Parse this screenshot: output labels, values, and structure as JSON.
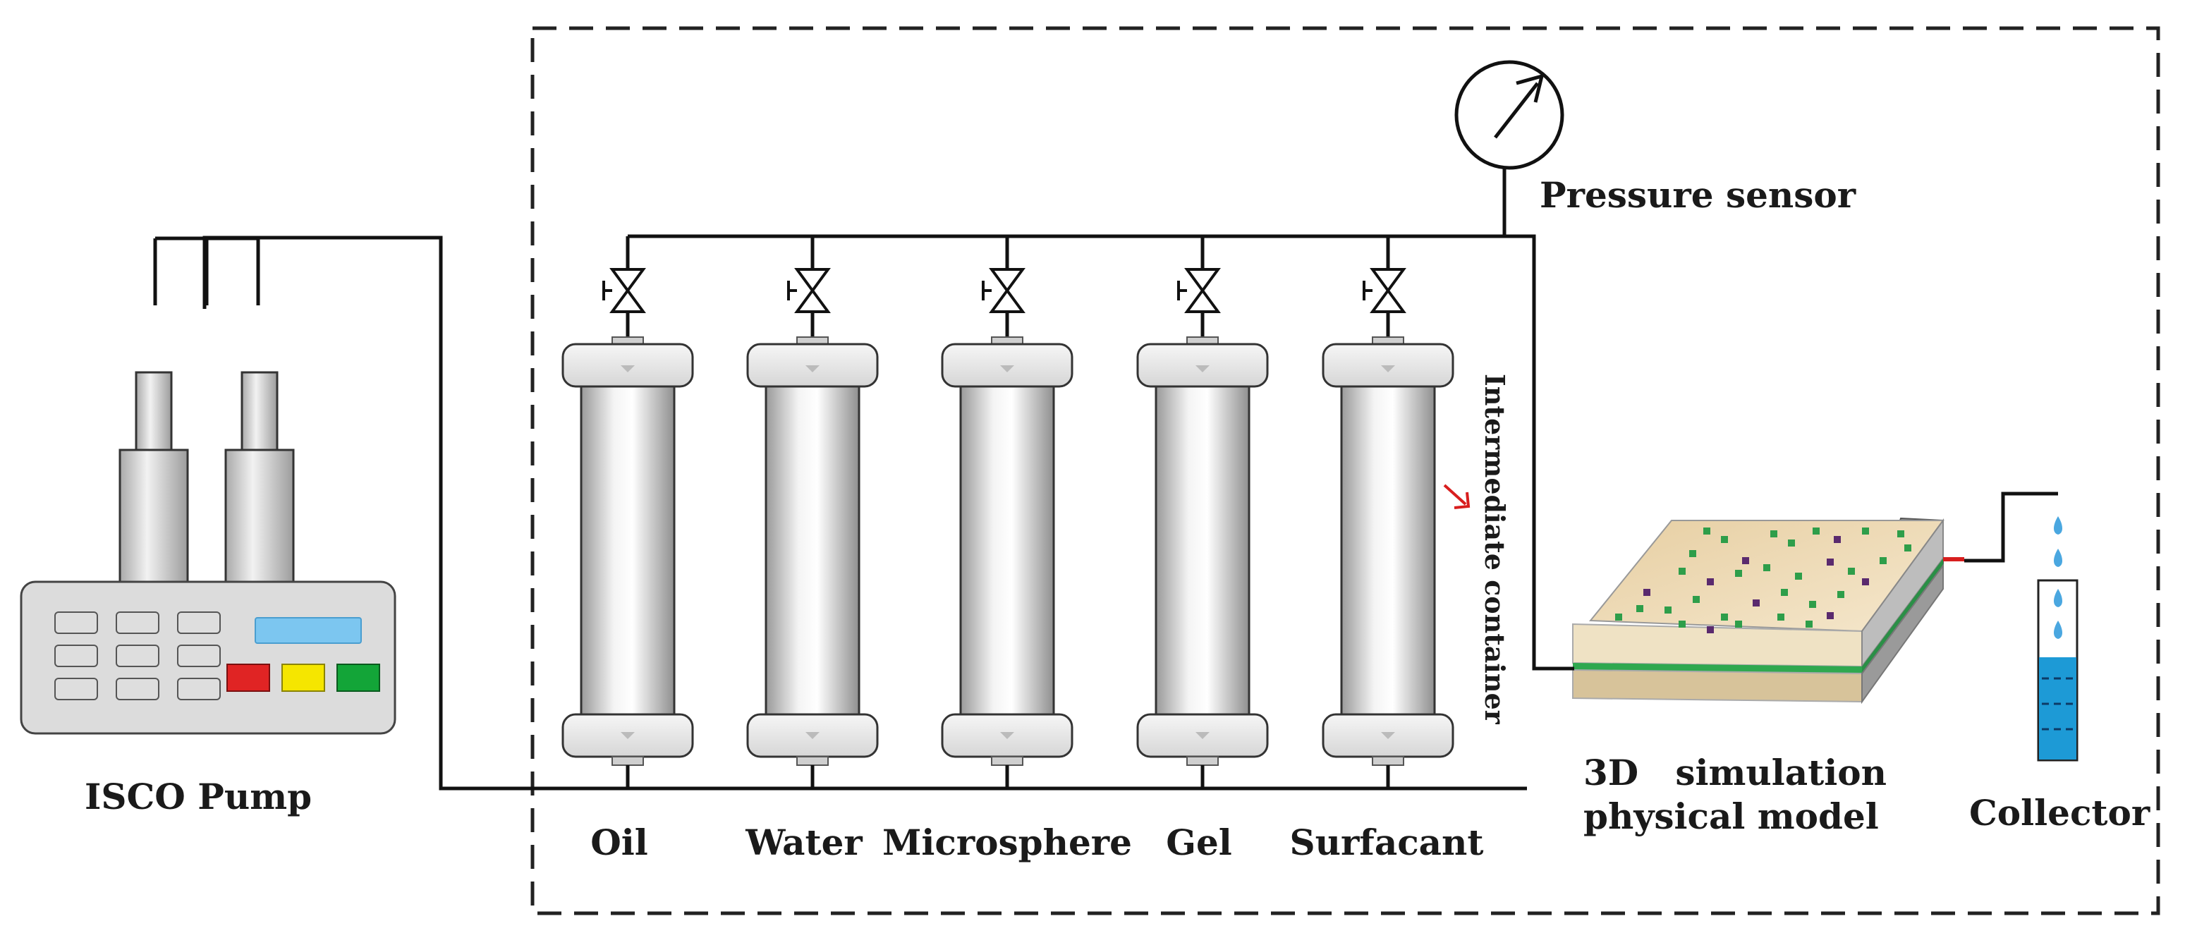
{
  "labels": {
    "pump": "ISCO Pump",
    "pressure_sensor": "Pressure sensor",
    "intermediate_container": "Intermediate container",
    "model_line1": "3D   simulation",
    "model_line2": "physical model",
    "collector": "Collector"
  },
  "containers": [
    {
      "label": "Oil"
    },
    {
      "label": "Water"
    },
    {
      "label": "Microsphere"
    },
    {
      "label": "Gel"
    },
    {
      "label": "Surfacant"
    }
  ],
  "colors": {
    "line": "#111111",
    "pump_body": "#dcdcdc",
    "pump_display": "#7cc6f0",
    "button_red": "#e02424",
    "button_yellow": "#f5e600",
    "button_green": "#13a538",
    "model_top": "#f1dfbd",
    "model_band": "#2fa84f",
    "dot_green": "#2e9e4a",
    "dot_purple": "#5a2a6e",
    "water": "#1d9ad6",
    "arrow_red": "#d81e1e"
  }
}
